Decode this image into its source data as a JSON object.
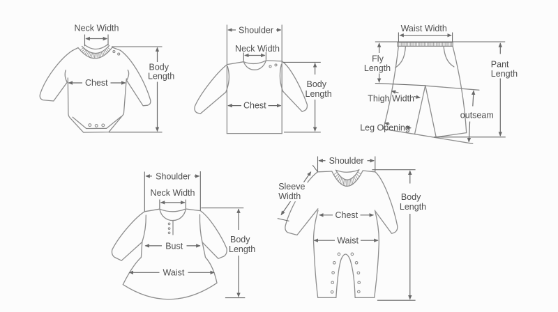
{
  "colors": {
    "background": "#fcfcfc",
    "outline": "#8c8c8c",
    "dimension": "#696969",
    "label": "#4e4e4e"
  },
  "figures": {
    "bodysuit": {
      "neck_width": "Neck Width",
      "chest": "Chest",
      "body_length": [
        "Body",
        "Length"
      ]
    },
    "sweater": {
      "shoulder": "Shoulder",
      "neck_width": "Neck Width",
      "chest": "Chest",
      "body_length": [
        "Body",
        "Length"
      ]
    },
    "shorts": {
      "waist_width": "Waist Width",
      "fly_length": [
        "Fly",
        "Length"
      ],
      "thigh_width": "Thigh Width",
      "leg_opening": "Leg Opening",
      "outseam": "outseam",
      "pant_length": [
        "Pant",
        "Length"
      ]
    },
    "dress": {
      "shoulder": "Shoulder",
      "neck_width": "Neck Width",
      "bust": "Bust",
      "waist": "Waist",
      "body_length": [
        "Body",
        "Length"
      ]
    },
    "romper": {
      "shoulder": "Shoulder",
      "sleeve_width": [
        "Sleeve",
        "Width"
      ],
      "chest": "Chest",
      "waist": "Waist",
      "body_length": [
        "Body",
        "Length"
      ]
    }
  }
}
